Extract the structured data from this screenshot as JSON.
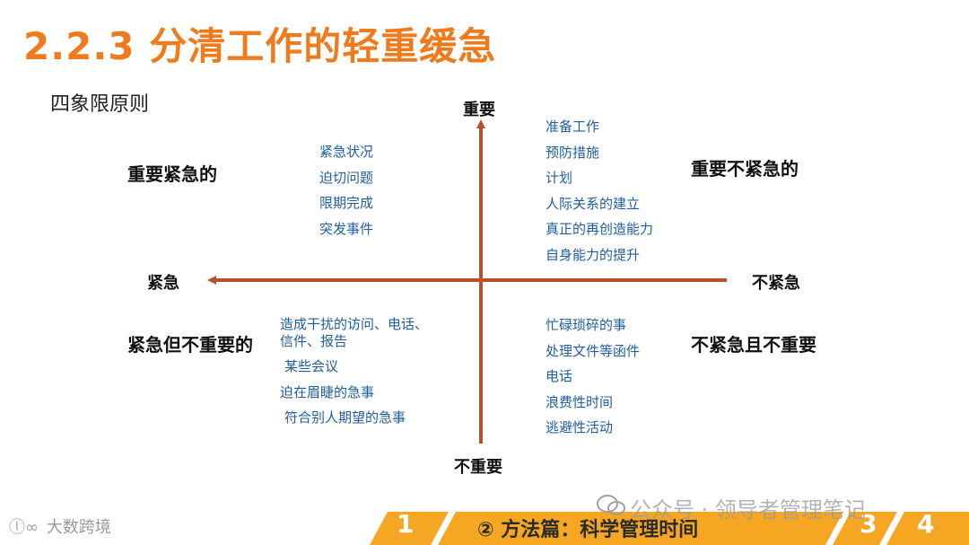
{
  "slide": {
    "title": "2.2.3 分清工作的轻重缓急",
    "subtitle": "四象限原则"
  },
  "axes": {
    "top": "重要",
    "bottom": "不重要",
    "left": "紧急",
    "right": "不紧急",
    "color": "#b2532b"
  },
  "quadrants": {
    "top_left": {
      "label": "重要紧急的",
      "items": [
        "紧急状况",
        "迫切问题",
        "限期完成",
        "突发事件"
      ]
    },
    "top_right": {
      "label": "重要不紧急的",
      "items": [
        "准备工作",
        "预防措施",
        "计划",
        "人际关系的建立",
        "真正的再创造能力",
        "自身能力的提升"
      ]
    },
    "bottom_left": {
      "label": "紧急但不重要的",
      "items": [
        "造成干扰的访问、电话、信件、报告",
        "某些会议",
        "迫在眉睫的急事",
        "符合别人期望的急事"
      ]
    },
    "bottom_right": {
      "label": "不紧急且不重要",
      "items": [
        "忙碌琐碎的事",
        "处理文件等函件",
        "电话",
        "浪费性时间",
        "逃避性活动"
      ]
    }
  },
  "footer": {
    "num1": "1",
    "section_title": "②  方法篇：科学管理时间",
    "num3": "3",
    "num4": "4",
    "accent": "#f5a623"
  },
  "watermark": "公众号 · 领导者管理笔记",
  "brand": "大数跨境",
  "colors": {
    "title": "#f07b1c",
    "list_text": "#1f5e9e"
  }
}
